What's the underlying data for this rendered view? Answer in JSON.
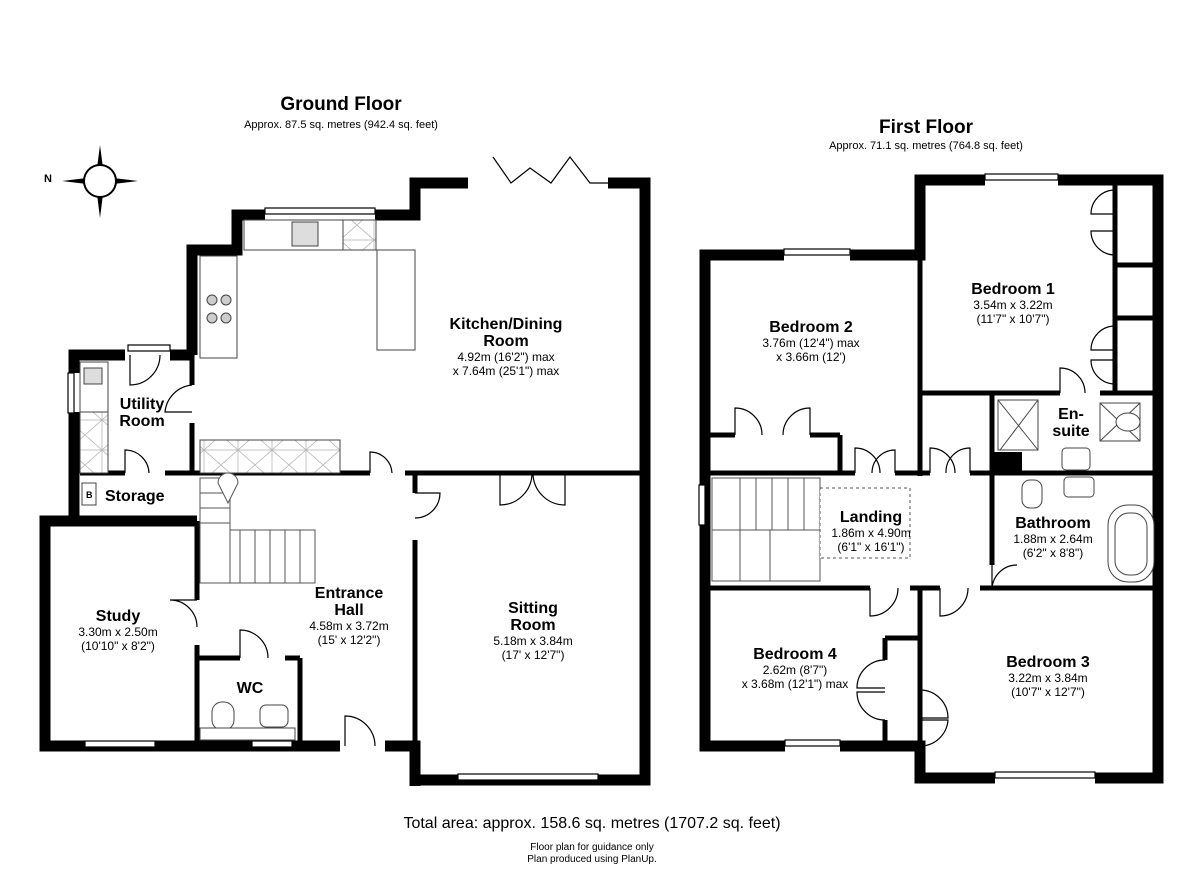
{
  "ground_floor": {
    "title": "Ground Floor",
    "area": "Approx. 87.5 sq. metres (942.4 sq. feet)",
    "rooms": {
      "kitchen": {
        "name_line1": "Kitchen/Dining",
        "name_line2": "Room",
        "dim_line1": "4.92m (16'2\") max",
        "dim_line2": "x 7.64m (25'1\") max"
      },
      "utility": {
        "name_line1": "Utility",
        "name_line2": "Room"
      },
      "storage": {
        "name": "Storage",
        "symbol": "B"
      },
      "study": {
        "name": "Study",
        "dim_line1": "3.30m x 2.50m",
        "dim_line2": "(10'10\" x 8'2\")"
      },
      "entrance": {
        "name_line1": "Entrance",
        "name_line2": "Hall",
        "dim_line1": "4.58m x 3.72m",
        "dim_line2": "(15' x 12'2\")"
      },
      "wc": {
        "name": "WC"
      },
      "sitting": {
        "name_line1": "Sitting",
        "name_line2": "Room",
        "dim_line1": "5.18m x 3.84m",
        "dim_line2": "(17' x 12'7\")"
      }
    },
    "compass": {
      "label": "N"
    }
  },
  "first_floor": {
    "title": "First Floor",
    "area": "Approx. 71.1 sq. metres (764.8 sq. feet)",
    "rooms": {
      "bedroom1": {
        "name": "Bedroom 1",
        "dim_line1": "3.54m x 3.22m",
        "dim_line2": "(11'7\" x 10'7\")"
      },
      "bedroom2": {
        "name": "Bedroom 2",
        "dim_line1": "3.76m (12'4\") max",
        "dim_line2": "x 3.66m (12')"
      },
      "ensuite": {
        "name_line1": "En-",
        "name_line2": "suite"
      },
      "landing": {
        "name": "Landing",
        "dim_line1": "1.86m x 4.90m",
        "dim_line2": "(6'1\" x 16'1\")"
      },
      "bathroom": {
        "name": "Bathroom",
        "dim_line1": "1.88m x 2.64m",
        "dim_line2": "(6'2\" x 8'8\")"
      },
      "bedroom4": {
        "name": "Bedroom 4",
        "dim_line1": "2.62m (8'7\")",
        "dim_line2": "x 3.68m (12'1\") max"
      },
      "bedroom3": {
        "name": "Bedroom 3",
        "dim_line1": "3.22m x 3.84m",
        "dim_line2": "(10'7\" x 12'7\")"
      }
    }
  },
  "footer": {
    "total": "Total area: approx. 158.6 sq. metres (1707.2 sq. feet)",
    "note1": "Floor plan for guidance only",
    "note2": "Plan produced using PlanUp."
  }
}
